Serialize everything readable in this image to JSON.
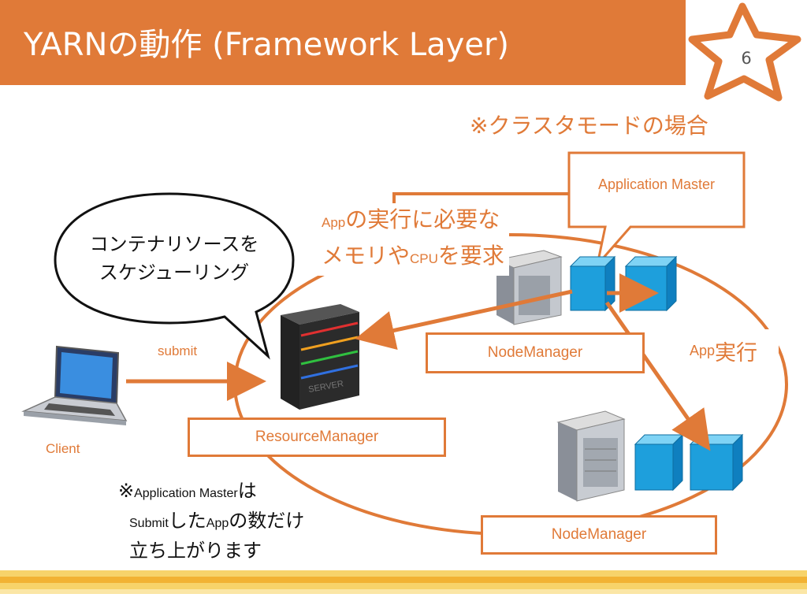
{
  "header": {
    "title": "YARNの動作 (Framework Layer)",
    "page_number": "6"
  },
  "diagram": {
    "cluster_mode_note": "※クラスタモードの場合",
    "speech_bubble": {
      "line1": "コンテナリソースを",
      "line2": "スケジューリング"
    },
    "request_note": {
      "line1_small": "App",
      "line1_rest": "の実行に必要な",
      "line2_pre": "メモリや",
      "line2_small": "CPU",
      "line2_post": "を要求"
    },
    "application_master_label": "Application Master",
    "submit_label": "submit",
    "client_label": "Client",
    "resource_manager_label": "ResourceManager",
    "node_manager_top_label": "NodeManager",
    "node_manager_bottom_label": "NodeManager",
    "app_exec": {
      "small": "App",
      "rest": "実行"
    },
    "footnote": {
      "line1_mark": "※",
      "line1_small": "Application Master",
      "line1_rest": "は",
      "line2_small1": "Submit",
      "line2_mid": "した",
      "line2_small2": "App",
      "line2_rest": "の数だけ",
      "line3": "立ち上がります"
    },
    "server_brand": "SERVER"
  },
  "colors": {
    "accent": "#e07a38",
    "container": "#1e9fdc",
    "bottom_bar": "#f2b233"
  }
}
